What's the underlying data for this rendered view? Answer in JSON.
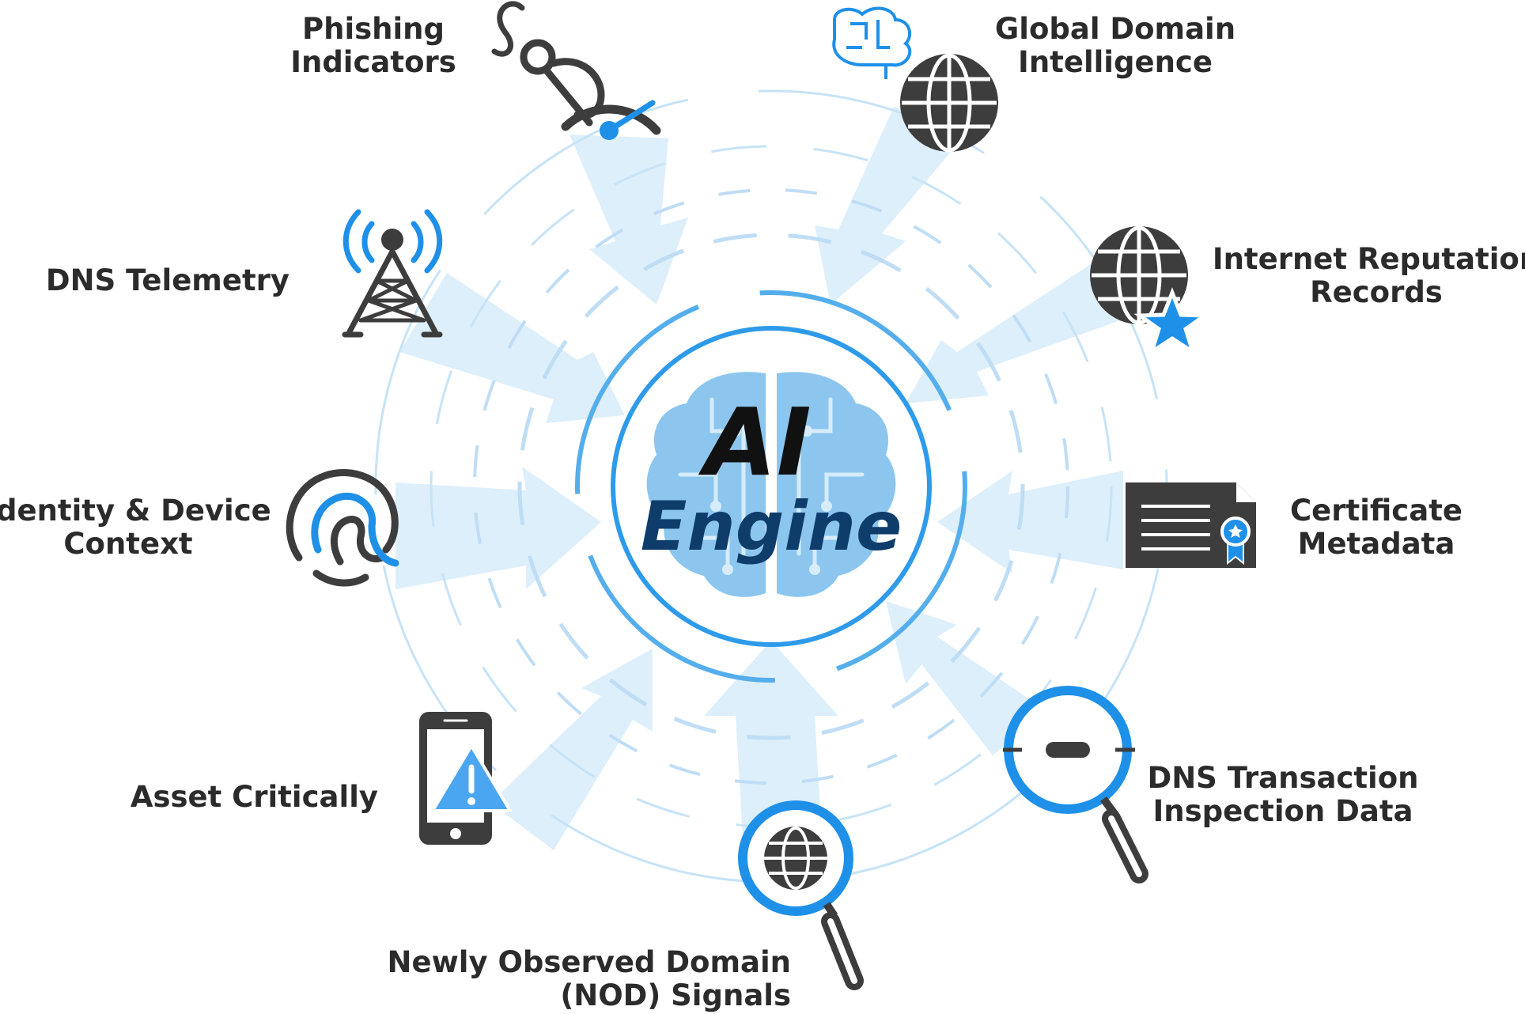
{
  "center": {
    "line1": "AI",
    "line2": "Engine"
  },
  "colors": {
    "accent": "#1E90E8",
    "light_accent": "#BFE0F7",
    "icon_dark": "#3D3D3D",
    "engine_text": "#0E3D6B"
  },
  "sources": [
    {
      "id": "phishing",
      "icon": "fishhook-gauge-icon",
      "lines": [
        "Phishing",
        "Indicators"
      ]
    },
    {
      "id": "global-domain",
      "icon": "brain-globe-icon",
      "lines": [
        "Global Domain",
        "Intelligence"
      ]
    },
    {
      "id": "internet-reputation",
      "icon": "globe-star-icon",
      "lines": [
        "Internet Reputation",
        "Records"
      ]
    },
    {
      "id": "certificate",
      "icon": "certificate-icon",
      "lines": [
        "Certificate",
        "Metadata"
      ]
    },
    {
      "id": "dns-transaction",
      "icon": "magnifier-icon",
      "lines": [
        "DNS Transaction",
        "Inspection Data"
      ]
    },
    {
      "id": "nod",
      "icon": "magnifier-globe-icon",
      "lines": [
        "Newly Observed Domain",
        "(NOD) Signals"
      ]
    },
    {
      "id": "asset",
      "icon": "phone-warning-icon",
      "lines": [
        "Asset Critically"
      ]
    },
    {
      "id": "identity",
      "icon": "fingerprint-icon",
      "lines": [
        "Identity & Device",
        "Context"
      ]
    },
    {
      "id": "dns-telemetry",
      "icon": "antenna-tower-icon",
      "lines": [
        "DNS Telemetry"
      ]
    }
  ]
}
